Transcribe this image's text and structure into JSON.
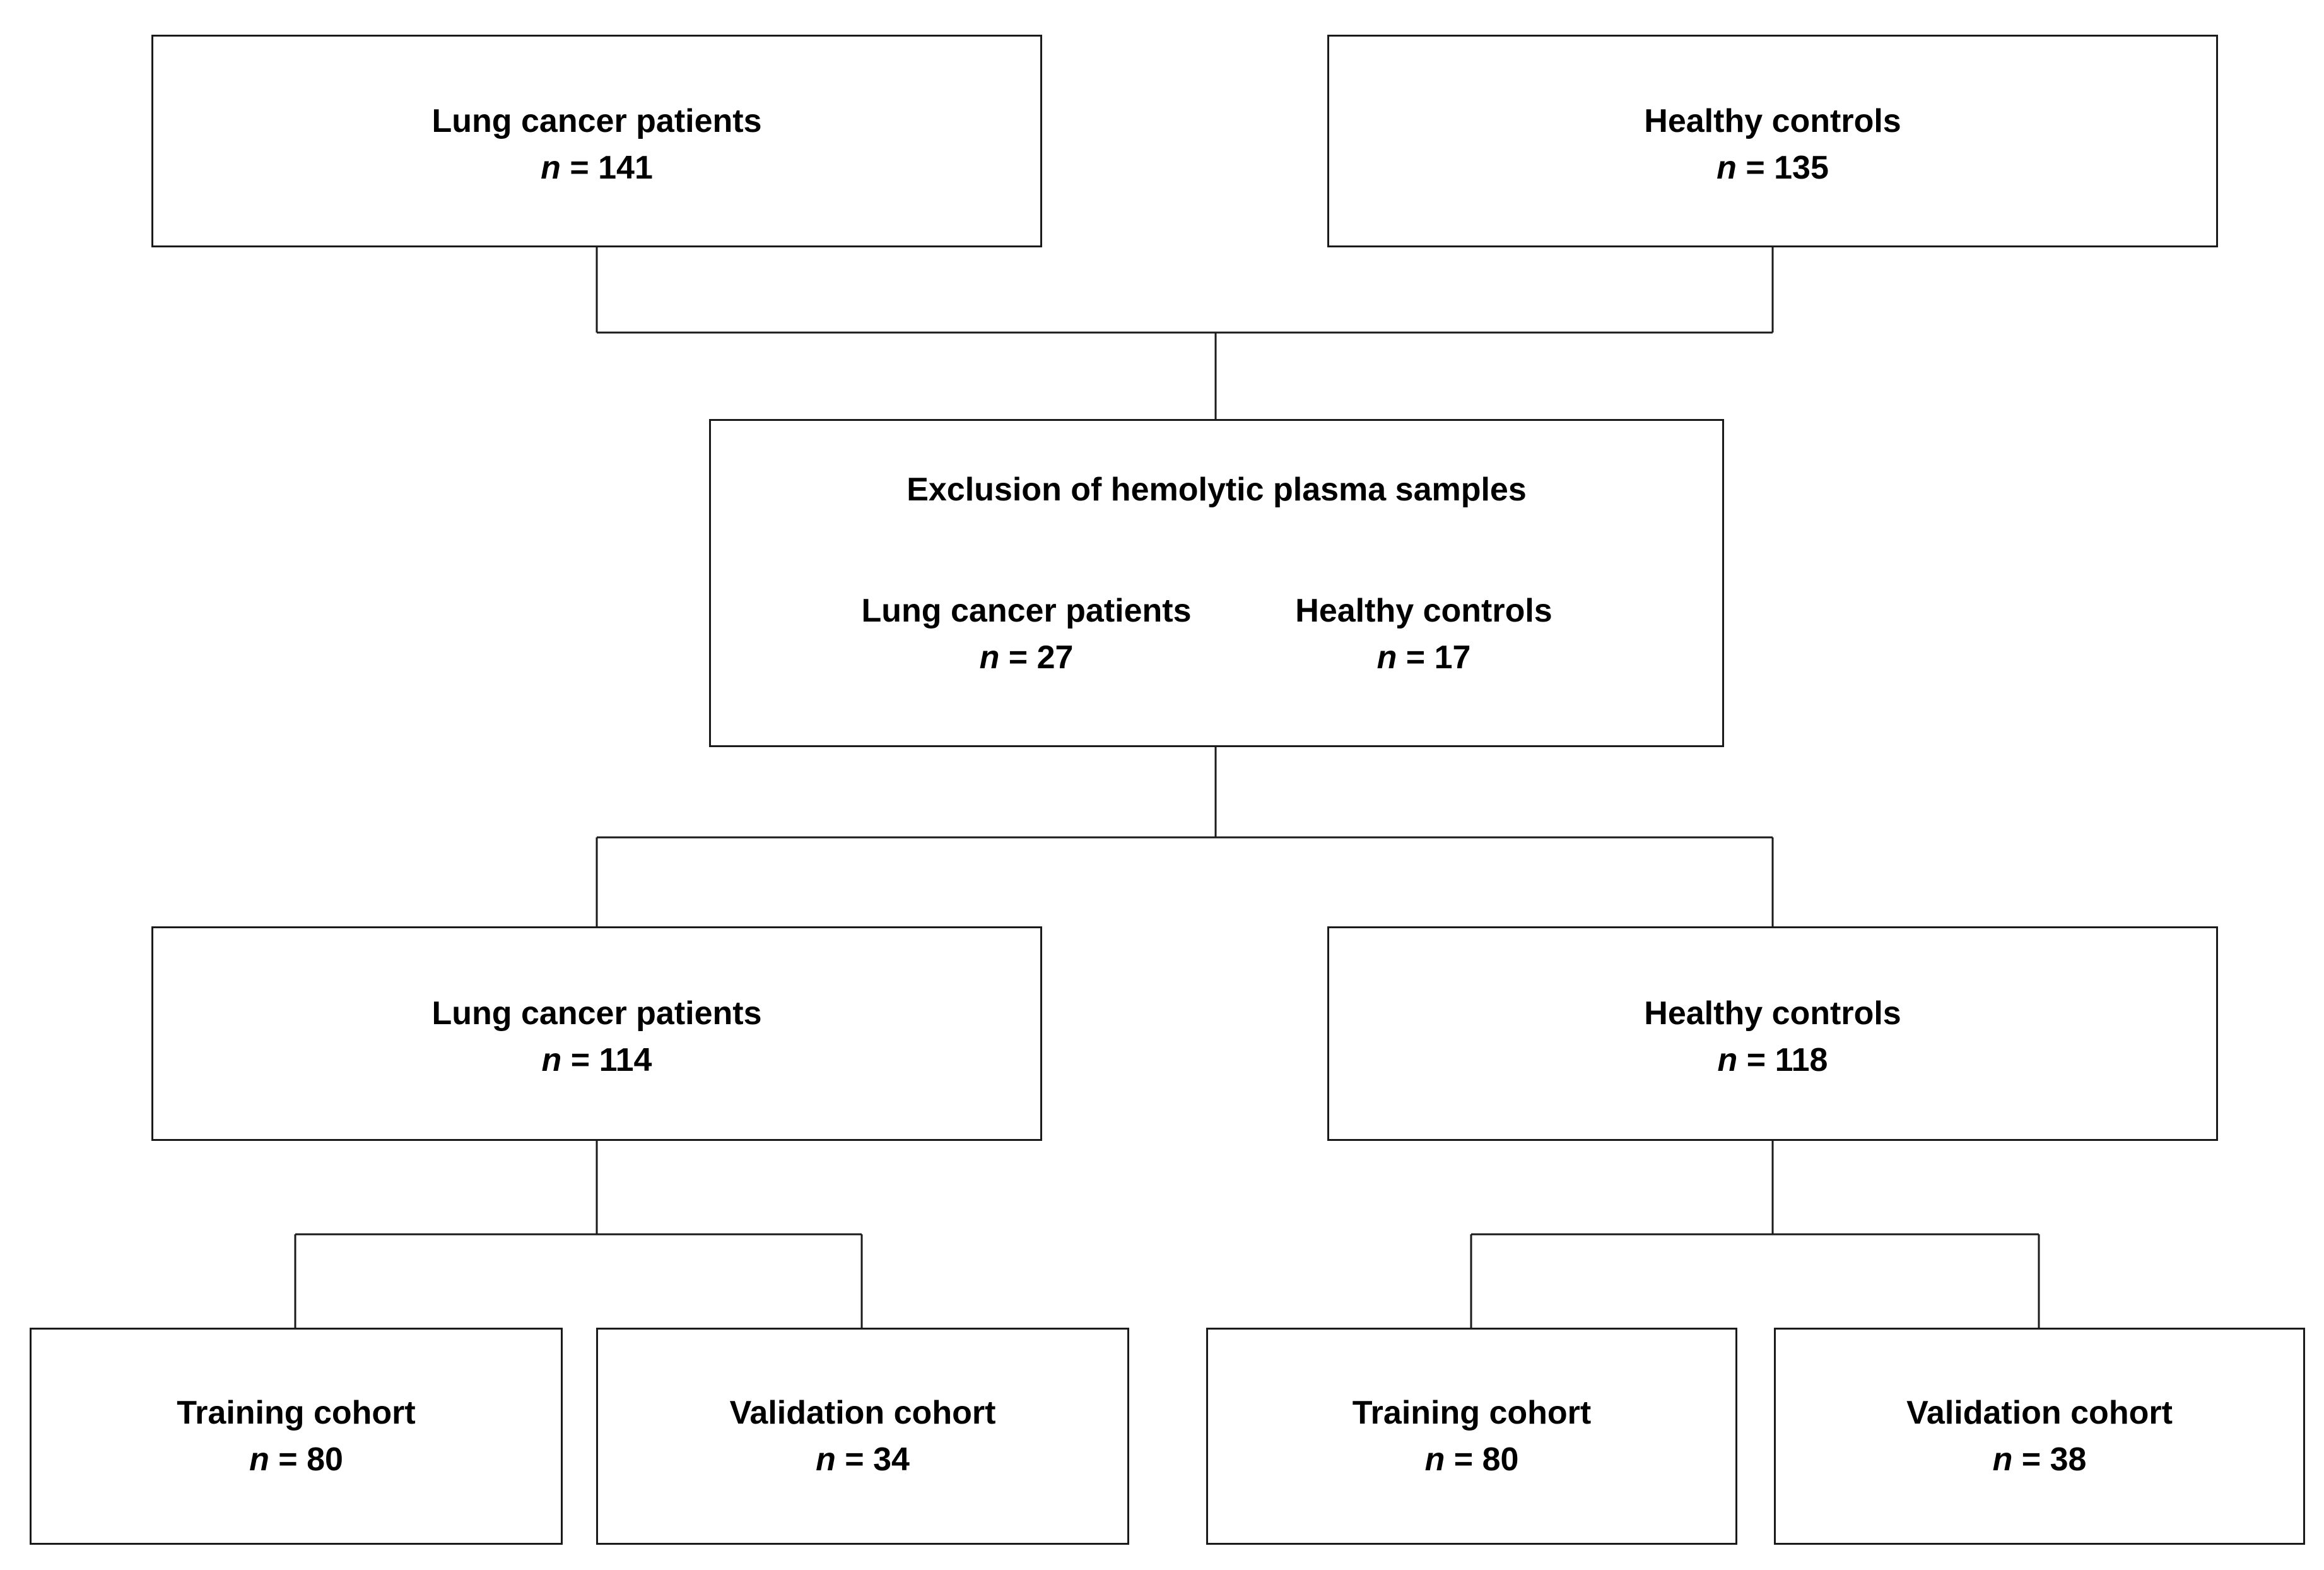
{
  "diagram": {
    "nodes": {
      "lung_cancer_initial": {
        "label": "Lung cancer patients",
        "n_prefix": "n",
        "n_value": "= 141"
      },
      "healthy_initial": {
        "label": "Healthy controls",
        "n_prefix": "n",
        "n_value": "= 135"
      },
      "exclusion": {
        "title": "Exclusion of hemolytic plasma samples",
        "lung": {
          "label": "Lung cancer patients",
          "n_prefix": "n",
          "n_value": "= 27"
        },
        "healthy": {
          "label": "Healthy controls",
          "n_prefix": "n",
          "n_value": "= 17"
        }
      },
      "lung_cancer_final": {
        "label": "Lung cancer patients",
        "n_prefix": "n",
        "n_value": "= 114"
      },
      "healthy_final": {
        "label": "Healthy controls",
        "n_prefix": "n",
        "n_value": "= 118"
      },
      "lung_training": {
        "label": "Training cohort",
        "n_prefix": "n",
        "n_value": "= 80"
      },
      "lung_validation": {
        "label": "Validation cohort",
        "n_prefix": "n",
        "n_value": "= 34"
      },
      "healthy_training": {
        "label": "Training cohort",
        "n_prefix": "n",
        "n_value": "= 80"
      },
      "healthy_validation": {
        "label": "Validation cohort",
        "n_prefix": "n",
        "n_value": "= 38"
      }
    },
    "edges": [
      [
        "lung_cancer_initial",
        "exclusion"
      ],
      [
        "healthy_initial",
        "exclusion"
      ],
      [
        "exclusion",
        "lung_cancer_final"
      ],
      [
        "exclusion",
        "healthy_final"
      ],
      [
        "lung_cancer_final",
        "lung_training"
      ],
      [
        "lung_cancer_final",
        "lung_validation"
      ],
      [
        "healthy_final",
        "healthy_training"
      ],
      [
        "healthy_final",
        "healthy_validation"
      ]
    ],
    "colors": {
      "line": "#1a1a1a",
      "background": "#ffffff",
      "text": "#000000"
    }
  }
}
